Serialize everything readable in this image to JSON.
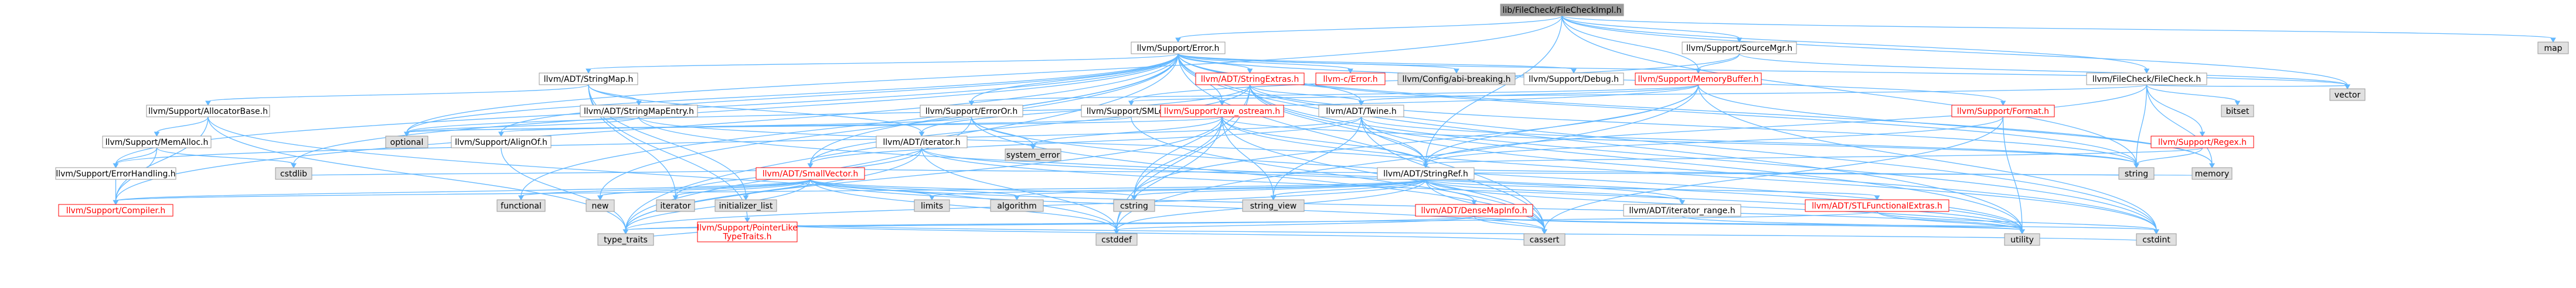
{
  "graph": {
    "kind": "include-dependency-graph",
    "colors": {
      "edge": "#63b8ff",
      "node_fill": "#ffffff",
      "node_border": "#999999",
      "root_fill": "#999999",
      "system_fill": "#e0e0e0",
      "link_text": "#000000",
      "red_text": "#ff0000"
    },
    "nodes": [
      {
        "id": "root",
        "label": "lib/FileCheck/FileCheckImpl.h",
        "style": "root"
      },
      {
        "id": "error",
        "label": "llvm/Support/Error.h",
        "style": "normal"
      },
      {
        "id": "sourcemgr",
        "label": "llvm/Support/SourceMgr.h",
        "style": "normal"
      },
      {
        "id": "map",
        "label": "map",
        "style": "system"
      },
      {
        "id": "stringmap",
        "label": "llvm/ADT/StringMap.h",
        "style": "normal"
      },
      {
        "id": "stringextras",
        "label": "llvm/ADT/StringExtras.h",
        "style": "red"
      },
      {
        "id": "cerror",
        "label": "llvm-c/Error.h",
        "style": "red"
      },
      {
        "id": "abibreaking",
        "label": "llvm/Config/abi-breaking.h",
        "style": "system"
      },
      {
        "id": "debug",
        "label": "llvm/Support/Debug.h",
        "style": "normal"
      },
      {
        "id": "memorybuffer",
        "label": "llvm/Support/MemoryBuffer.h",
        "style": "red"
      },
      {
        "id": "filecheck",
        "label": "llvm/FileCheck/FileCheck.h",
        "style": "normal"
      },
      {
        "id": "vector",
        "label": "vector",
        "style": "system"
      },
      {
        "id": "allocatorbase",
        "label": "llvm/Support/AllocatorBase.h",
        "style": "normal"
      },
      {
        "id": "stringmapentry",
        "label": "llvm/ADT/StringMapEntry.h",
        "style": "normal"
      },
      {
        "id": "erroror",
        "label": "llvm/Support/ErrorOr.h",
        "style": "normal"
      },
      {
        "id": "smloc",
        "label": "llvm/Support/SMLoc.h",
        "style": "normal"
      },
      {
        "id": "rawostream",
        "label": "llvm/Support/raw_ostream.h",
        "style": "red"
      },
      {
        "id": "twine",
        "label": "llvm/ADT/Twine.h",
        "style": "normal"
      },
      {
        "id": "format",
        "label": "llvm/Support/Format.h",
        "style": "red"
      },
      {
        "id": "bitset",
        "label": "bitset",
        "style": "system"
      },
      {
        "id": "memalloc",
        "label": "llvm/Support/MemAlloc.h",
        "style": "normal"
      },
      {
        "id": "optional",
        "label": "optional",
        "style": "system"
      },
      {
        "id": "alignof",
        "label": "llvm/Support/AlignOf.h",
        "style": "normal"
      },
      {
        "id": "iterator",
        "label": "llvm/ADT/iterator.h",
        "style": "normal"
      },
      {
        "id": "systemerror",
        "label": "system_error",
        "style": "system"
      },
      {
        "id": "smallvector",
        "label": "llvm/ADT/SmallVector.h",
        "style": "red"
      },
      {
        "id": "stringref",
        "label": "llvm/ADT/StringRef.h",
        "style": "normal"
      },
      {
        "id": "regex",
        "label": "llvm/Support/Regex.h",
        "style": "red"
      },
      {
        "id": "errorhandling",
        "label": "llvm/Support/ErrorHandling.h",
        "style": "normal"
      },
      {
        "id": "cstdlib",
        "label": "cstdlib",
        "style": "system"
      },
      {
        "id": "compiler",
        "label": "llvm/Support/Compiler.h",
        "style": "red"
      },
      {
        "id": "iteratorstd",
        "label": "iterator",
        "style": "system"
      },
      {
        "id": "initlist",
        "label": "initializer_list",
        "style": "system"
      },
      {
        "id": "functional",
        "label": "functional",
        "style": "system"
      },
      {
        "id": "new",
        "label": "new",
        "style": "system"
      },
      {
        "id": "typetraits",
        "label": "type_traits",
        "style": "system"
      },
      {
        "id": "pointerlike",
        "label": "llvm/Support/PointerLike\nTypeTraits.h",
        "style": "red"
      },
      {
        "id": "limits",
        "label": "limits",
        "style": "system"
      },
      {
        "id": "algorithm",
        "label": "algorithm",
        "style": "system"
      },
      {
        "id": "cstring",
        "label": "cstring",
        "style": "system"
      },
      {
        "id": "cstddef",
        "label": "cstddef",
        "style": "system"
      },
      {
        "id": "stringview",
        "label": "string_view",
        "style": "system"
      },
      {
        "id": "densemapinfo",
        "label": "llvm/ADT/DenseMapInfo.h",
        "style": "red"
      },
      {
        "id": "cassert",
        "label": "cassert",
        "style": "system"
      },
      {
        "id": "iteratorrange",
        "label": "llvm/ADT/iterator_range.h",
        "style": "normal"
      },
      {
        "id": "stlfunctional",
        "label": "llvm/ADT/STLFunctionalExtras.h",
        "style": "red"
      },
      {
        "id": "string",
        "label": "string",
        "style": "system"
      },
      {
        "id": "memory",
        "label": "memory",
        "style": "system"
      },
      {
        "id": "utility",
        "label": "utility",
        "style": "system"
      },
      {
        "id": "cstdint",
        "label": "cstdint",
        "style": "system"
      }
    ],
    "edges": [
      [
        "root",
        "error"
      ],
      [
        "root",
        "sourcemgr"
      ],
      [
        "root",
        "map"
      ],
      [
        "root",
        "filecheck"
      ],
      [
        "root",
        "vector"
      ],
      [
        "root",
        "stringref"
      ],
      [
        "root",
        "string"
      ],
      [
        "root",
        "optional"
      ],
      [
        "root",
        "memorybuffer"
      ],
      [
        "sourcemgr",
        "memorybuffer"
      ],
      [
        "sourcemgr",
        "smloc"
      ],
      [
        "sourcemgr",
        "vector"
      ],
      [
        "error",
        "stringmap"
      ],
      [
        "error",
        "stringextras"
      ],
      [
        "error",
        "cerror"
      ],
      [
        "error",
        "abibreaking"
      ],
      [
        "error",
        "debug"
      ],
      [
        "error",
        "twine"
      ],
      [
        "error",
        "format"
      ],
      [
        "error",
        "erroror"
      ],
      [
        "error",
        "rawostream"
      ],
      [
        "error",
        "smallvector"
      ],
      [
        "error",
        "alignof"
      ],
      [
        "error",
        "errorhandling"
      ],
      [
        "error",
        "compiler"
      ],
      [
        "error",
        "cassert"
      ],
      [
        "error",
        "cstdint"
      ],
      [
        "error",
        "cstdlib"
      ],
      [
        "error",
        "functional"
      ],
      [
        "error",
        "memory"
      ],
      [
        "error",
        "new"
      ],
      [
        "error",
        "optional"
      ],
      [
        "error",
        "string"
      ],
      [
        "error",
        "system_error_placeholder"
      ],
      [
        "error",
        "typetraits"
      ],
      [
        "error",
        "utility"
      ],
      [
        "error",
        "vector"
      ],
      [
        "stringmap",
        "allocatorbase"
      ],
      [
        "stringmap",
        "stringmapentry"
      ],
      [
        "stringmap",
        "iterator"
      ],
      [
        "stringmap",
        "pointerlike"
      ],
      [
        "stringmap",
        "initlist"
      ],
      [
        "stringmap",
        "iteratorstd"
      ],
      [
        "allocatorbase",
        "memalloc"
      ],
      [
        "allocatorbase",
        "compiler"
      ],
      [
        "allocatorbase",
        "typetraits"
      ],
      [
        "allocatorbase",
        "cstddef"
      ],
      [
        "memalloc",
        "errorhandling"
      ],
      [
        "memalloc",
        "compiler"
      ],
      [
        "memalloc",
        "cstdlib"
      ],
      [
        "errorhandling",
        "compiler"
      ],
      [
        "stringmapentry",
        "stringref"
      ],
      [
        "stringmapentry",
        "optional"
      ],
      [
        "stringmapentry",
        "utility"
      ],
      [
        "stringextras",
        "stringref"
      ],
      [
        "stringextras",
        "twine"
      ],
      [
        "stringextras",
        "smallvector"
      ],
      [
        "stringextras",
        "iterator"
      ],
      [
        "stringextras",
        "cstring"
      ],
      [
        "stringextras",
        "cstddef"
      ],
      [
        "stringextras",
        "cstdint"
      ],
      [
        "stringextras",
        "string"
      ],
      [
        "stringextras",
        "utility"
      ],
      [
        "memorybuffer",
        "erroror"
      ],
      [
        "memorybuffer",
        "stringref"
      ],
      [
        "memorybuffer",
        "twine"
      ],
      [
        "memorybuffer",
        "memory"
      ],
      [
        "memorybuffer",
        "cstddef"
      ],
      [
        "memorybuffer",
        "cstdint"
      ],
      [
        "memorybuffer",
        "cstring"
      ],
      [
        "memorybuffer",
        "cerror_placeholder"
      ],
      [
        "memorybuffer",
        "optional"
      ],
      [
        "erroror",
        "alignof"
      ],
      [
        "erroror",
        "cassert"
      ],
      [
        "erroror",
        "systemerror"
      ],
      [
        "erroror",
        "typetraits"
      ],
      [
        "erroror",
        "utility"
      ],
      [
        "rawostream",
        "stringref"
      ],
      [
        "rawostream",
        "cassert"
      ],
      [
        "rawostream",
        "cstddef"
      ],
      [
        "rawostream",
        "cstdint"
      ],
      [
        "rawostream",
        "cstring"
      ],
      [
        "rawostream",
        "optional"
      ],
      [
        "rawostream",
        "string"
      ],
      [
        "rawostream",
        "stringview"
      ],
      [
        "rawostream",
        "systemerror"
      ],
      [
        "rawostream",
        "typetraits"
      ],
      [
        "twine",
        "smallvector"
      ],
      [
        "twine",
        "stringref"
      ],
      [
        "twine",
        "errorhandling"
      ],
      [
        "twine",
        "cassert"
      ],
      [
        "twine",
        "cstdint"
      ],
      [
        "twine",
        "string"
      ],
      [
        "twine",
        "stringview"
      ],
      [
        "format",
        "stringref"
      ],
      [
        "format",
        "cassert"
      ],
      [
        "format",
        "cstdio_placeholder"
      ],
      [
        "format",
        "tuple_placeholder"
      ],
      [
        "format",
        "utility"
      ],
      [
        "filecheck",
        "stringref"
      ],
      [
        "filecheck",
        "regex"
      ],
      [
        "filecheck",
        "smloc"
      ],
      [
        "filecheck",
        "bitset"
      ],
      [
        "filecheck",
        "memory"
      ],
      [
        "filecheck",
        "string"
      ],
      [
        "filecheck",
        "vector"
      ],
      [
        "regex",
        "stringref"
      ],
      [
        "regex",
        "string"
      ],
      [
        "smloc",
        "optional"
      ],
      [
        "smloc",
        "cassert"
      ],
      [
        "alignof",
        "typetraits"
      ],
      [
        "iterator",
        "iteratorrange"
      ],
      [
        "iterator",
        "cstddef"
      ],
      [
        "iterator",
        "iteratorstd"
      ],
      [
        "iterator",
        "typetraits"
      ],
      [
        "iterator",
        "utility"
      ],
      [
        "smallvector",
        "compiler"
      ],
      [
        "smallvector",
        "typetraits"
      ],
      [
        "smallvector",
        "algorithm"
      ],
      [
        "smallvector",
        "cassert"
      ],
      [
        "smallvector",
        "cstddef"
      ],
      [
        "smallvector",
        "cstdlib"
      ],
      [
        "smallvector",
        "cstring"
      ],
      [
        "smallvector",
        "functional"
      ],
      [
        "smallvector",
        "initlist"
      ],
      [
        "smallvector",
        "iteratorstd"
      ],
      [
        "smallvector",
        "limits"
      ],
      [
        "smallvector",
        "memory"
      ],
      [
        "smallvector",
        "new"
      ],
      [
        "smallvector",
        "utility"
      ],
      [
        "stringref",
        "densemapinfo"
      ],
      [
        "stringref",
        "iteratorrange"
      ],
      [
        "stringref",
        "stlfunctional"
      ],
      [
        "stringref",
        "compiler"
      ],
      [
        "stringref",
        "algorithm"
      ],
      [
        "stringref",
        "cassert"
      ],
      [
        "stringref",
        "cstddef"
      ],
      [
        "stringref",
        "cstring"
      ],
      [
        "stringref",
        "limits"
      ],
      [
        "stringref",
        "string"
      ],
      [
        "stringref",
        "stringview"
      ],
      [
        "stringref",
        "typetraits"
      ],
      [
        "stringref",
        "utility"
      ],
      [
        "pointerlike",
        "cassert"
      ],
      [
        "pointerlike",
        "cstdint"
      ],
      [
        "pointerlike",
        "typetraits"
      ],
      [
        "densemapinfo",
        "cassert"
      ],
      [
        "densemapinfo",
        "cstddef"
      ],
      [
        "densemapinfo",
        "cstdint"
      ],
      [
        "densemapinfo",
        "tuple_placeholder"
      ],
      [
        "densemapinfo",
        "typetraits"
      ],
      [
        "densemapinfo",
        "utility"
      ],
      [
        "iteratorrange",
        "utility"
      ],
      [
        "stlfunctional",
        "cstdint"
      ],
      [
        "stlfunctional",
        "typetraits"
      ],
      [
        "stlfunctional",
        "utility"
      ]
    ]
  }
}
